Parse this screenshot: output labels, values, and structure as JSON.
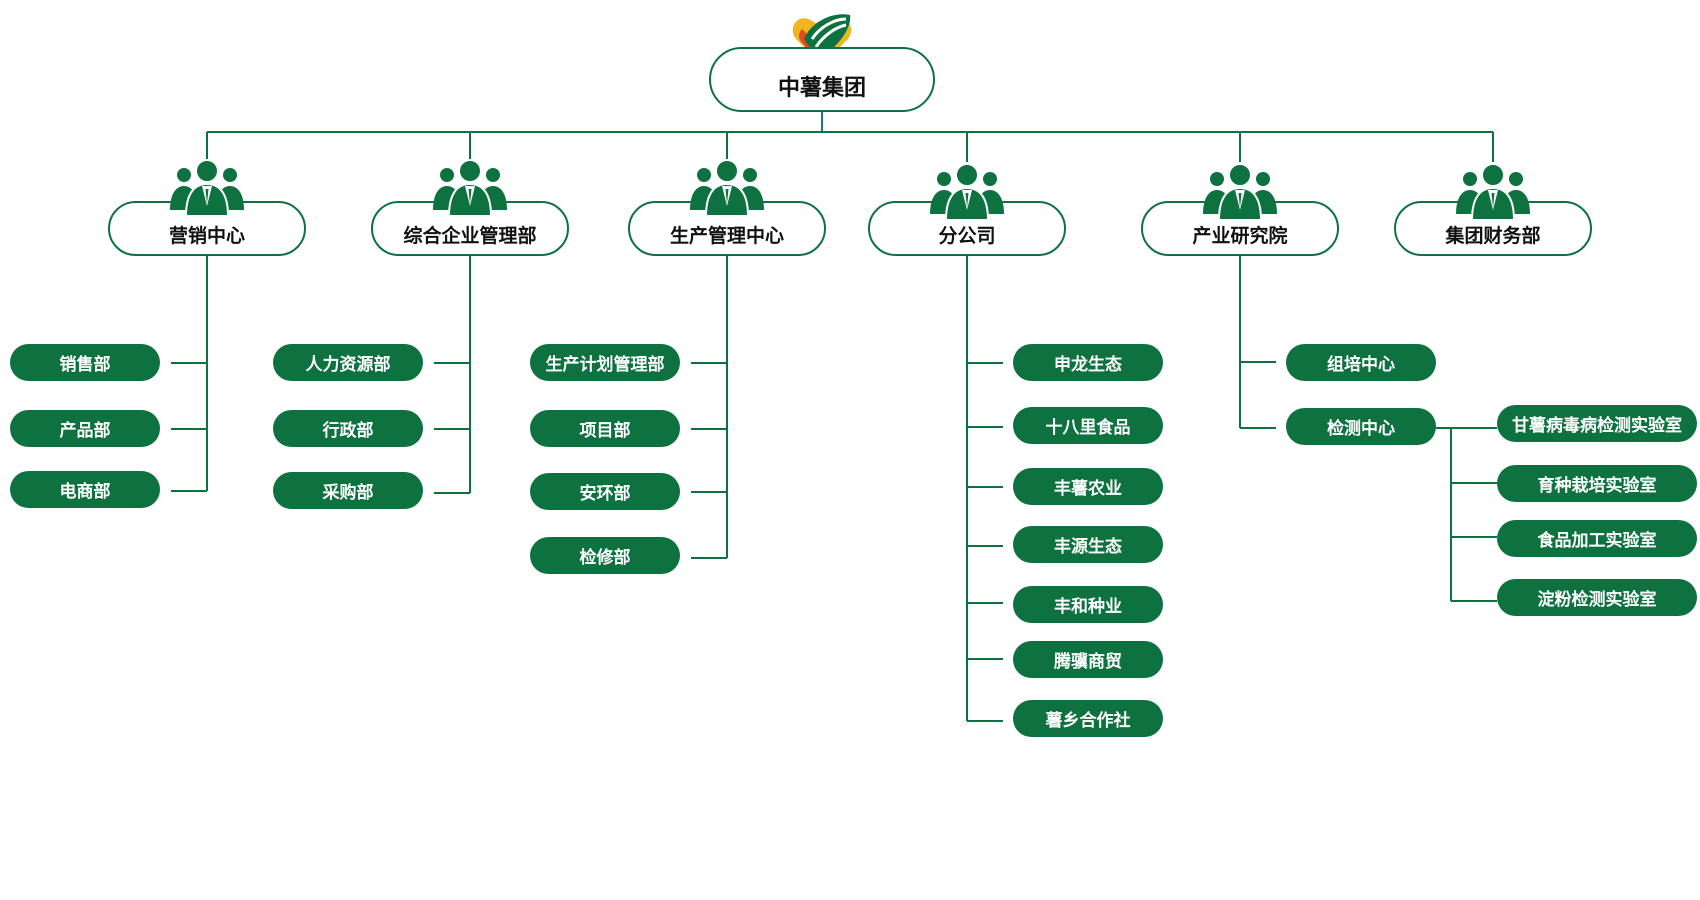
{
  "root": {
    "label": "中薯集团"
  },
  "departments": [
    {
      "label": "营销中心",
      "children": [
        "销售部",
        "产品部",
        "电商部"
      ]
    },
    {
      "label": "综合企业管理部",
      "children": [
        "人力资源部",
        "行政部",
        "采购部"
      ]
    },
    {
      "label": "生产管理中心",
      "children": [
        "生产计划管理部",
        "项目部",
        "安环部",
        "检修部"
      ]
    },
    {
      "label": "分公司",
      "children": [
        "申龙生态",
        "十八里食品",
        "丰薯农业",
        "丰源生态",
        "丰和种业",
        "腾骥商贸",
        "薯乡合作社"
      ]
    },
    {
      "label": "产业研究院",
      "children": [
        "组培中心",
        "检测中心"
      ]
    },
    {
      "label": "集团财务部",
      "children": []
    }
  ],
  "labs": [
    "甘薯病毒病检测实验室",
    "育种栽培实验室",
    "食品加工实验室",
    "淀粉检测实验室"
  ],
  "colors": {
    "primary": "#0e7240",
    "line": "#0e7240",
    "logo_gold": "#f2b522",
    "logo_red": "#e04a24"
  },
  "icons": {
    "department": "people-group-icon",
    "root": "brand-logo-icon"
  }
}
